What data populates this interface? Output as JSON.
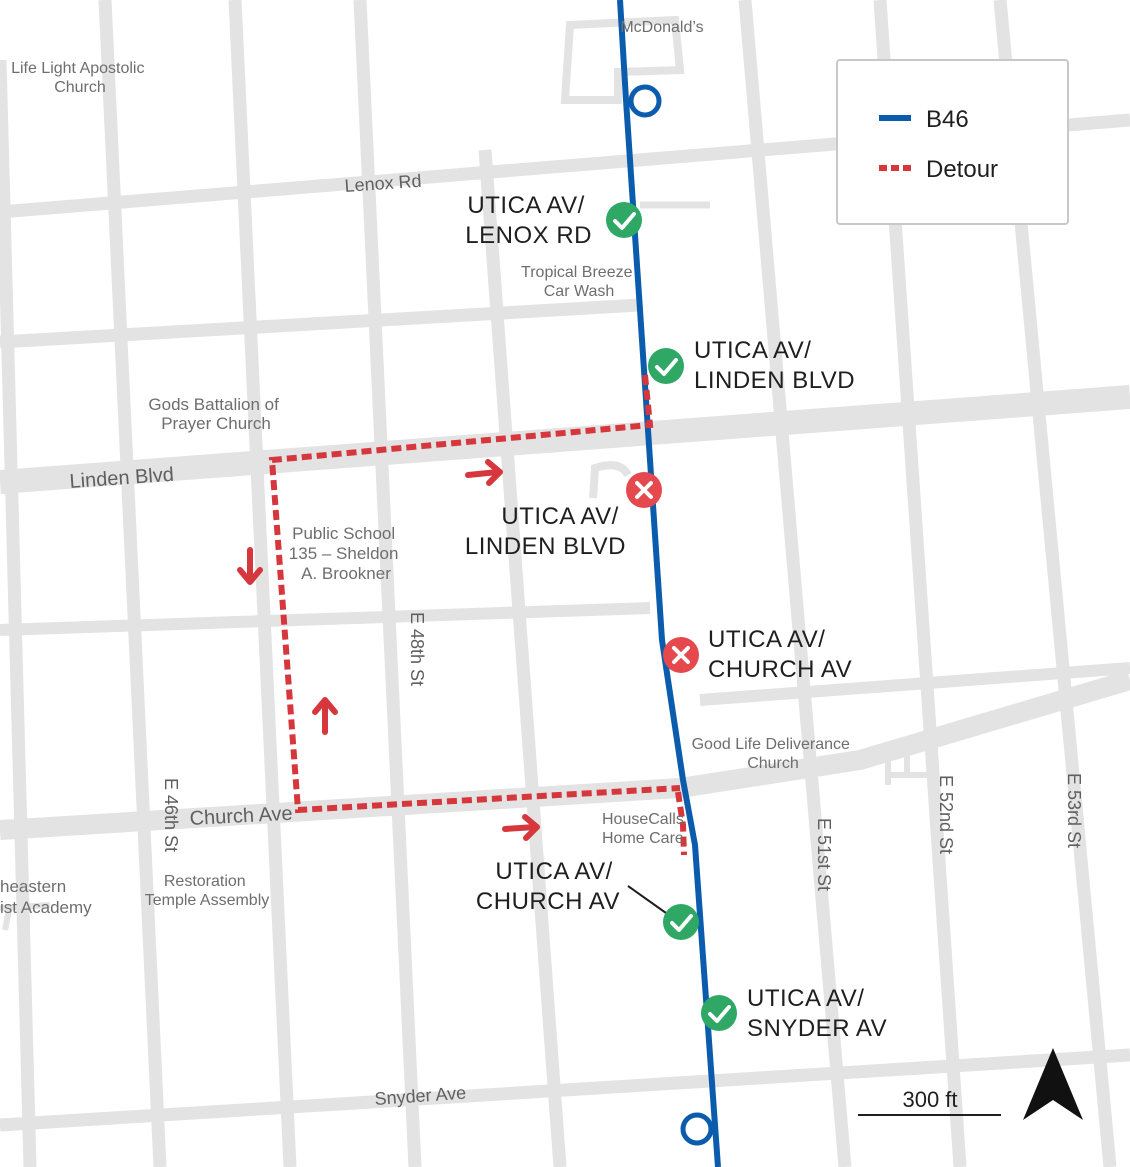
{
  "legend": {
    "route_label": "B46",
    "detour_label": "Detour",
    "route_color": "#0b5cad",
    "detour_color": "#d6373d"
  },
  "scale": {
    "label": "300 ft"
  },
  "streets": {
    "lenox_rd": "Lenox Rd",
    "linden_blvd": "Linden Blvd",
    "church_ave": "Church Ave",
    "snyder_ave": "Snyder Ave",
    "e46th_st": "E 46th St",
    "e48th_st": "E 48th St",
    "e51st_st": "E 51st St",
    "e52nd_st": "E 52nd St",
    "e53rd_st": "E 53rd St"
  },
  "pois": {
    "mcdonalds": "McDonald’s",
    "life_light": [
      "Life Light Apostolic",
      "Church"
    ],
    "tropical_breeze": [
      "Tropical Breeze",
      "Car Wash"
    ],
    "gods_battalion": [
      "Gods Battalion of",
      "Prayer Church"
    ],
    "public_school": [
      "Public School",
      "135 – Sheldon",
      "A. Brookner"
    ],
    "good_life": [
      "Good Life Deliverance",
      "Church"
    ],
    "housecalls": [
      "HouseCalls",
      "Home Care"
    ],
    "restoration": [
      "Restoration",
      "Temple Assembly"
    ],
    "northeastern": [
      "heastern",
      "ist Academy"
    ]
  },
  "stops": [
    {
      "lines": [
        "UTICA AV/",
        "LENOX RD"
      ],
      "status": "open"
    },
    {
      "lines": [
        "UTICA AV/",
        "LINDEN BLVD"
      ],
      "status": "open"
    },
    {
      "lines": [
        "UTICA AV/",
        "LINDEN BLVD"
      ],
      "status": "closed"
    },
    {
      "lines": [
        "UTICA AV/",
        "CHURCH AV"
      ],
      "status": "closed"
    },
    {
      "lines": [
        "UTICA AV/",
        "CHURCH AV"
      ],
      "status": "open"
    },
    {
      "lines": [
        "UTICA AV/",
        "SNYDER AV"
      ],
      "status": "open"
    }
  ],
  "colors": {
    "open_stop": "#2fa866",
    "closed_stop": "#e5484d",
    "street": "#e3e3e3"
  }
}
